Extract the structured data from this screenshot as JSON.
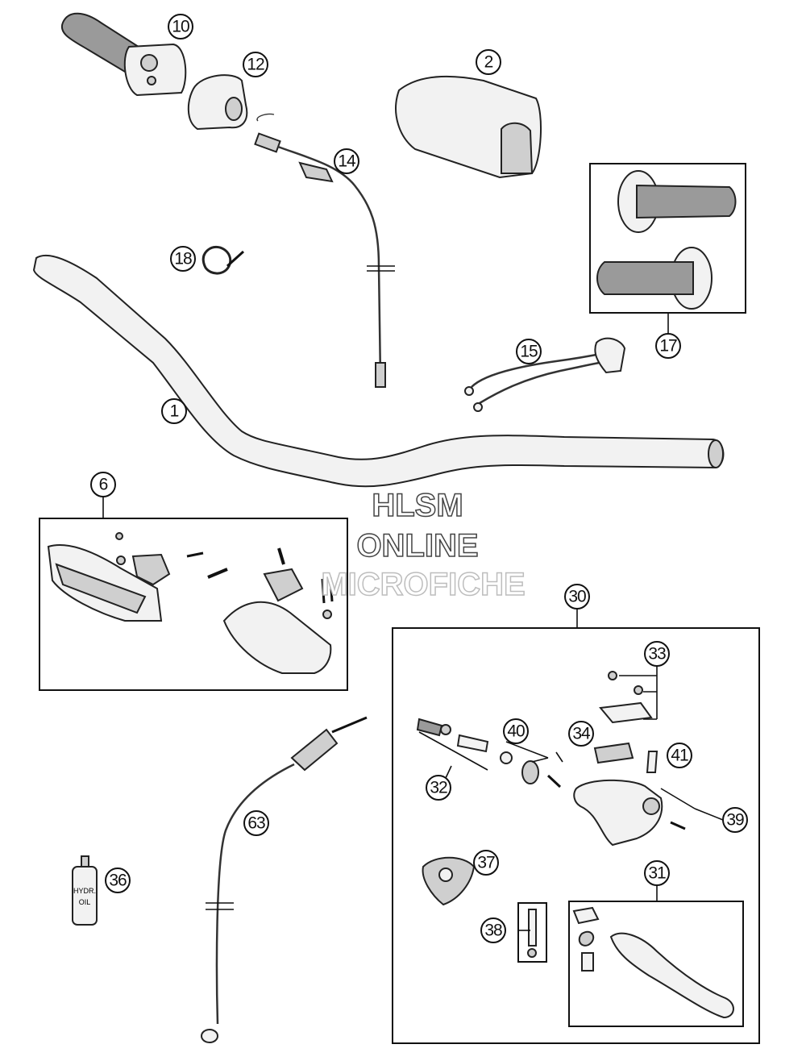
{
  "callouts": [
    {
      "id": "c1",
      "label": "1"
    },
    {
      "id": "c2",
      "label": "2"
    },
    {
      "id": "c6",
      "label": "6"
    },
    {
      "id": "c10",
      "label": "10"
    },
    {
      "id": "c12",
      "label": "12"
    },
    {
      "id": "c14",
      "label": "14"
    },
    {
      "id": "c15",
      "label": "15"
    },
    {
      "id": "c17",
      "label": "17"
    },
    {
      "id": "c18",
      "label": "18"
    },
    {
      "id": "c30",
      "label": "30"
    },
    {
      "id": "c31",
      "label": "31"
    },
    {
      "id": "c32",
      "label": "32"
    },
    {
      "id": "c33",
      "label": "33"
    },
    {
      "id": "c34",
      "label": "34"
    },
    {
      "id": "c36",
      "label": "36"
    },
    {
      "id": "c37",
      "label": "37"
    },
    {
      "id": "c38",
      "label": "38"
    },
    {
      "id": "c39",
      "label": "39"
    },
    {
      "id": "c40",
      "label": "40"
    },
    {
      "id": "c41",
      "label": "41"
    },
    {
      "id": "c63",
      "label": "63"
    }
  ],
  "watermark": {
    "line1": "HLSM",
    "line2": "ONLINE",
    "line3": "MICROFICHE"
  },
  "bottle_label": {
    "line1": "HYDR.",
    "line2": "OIL"
  }
}
